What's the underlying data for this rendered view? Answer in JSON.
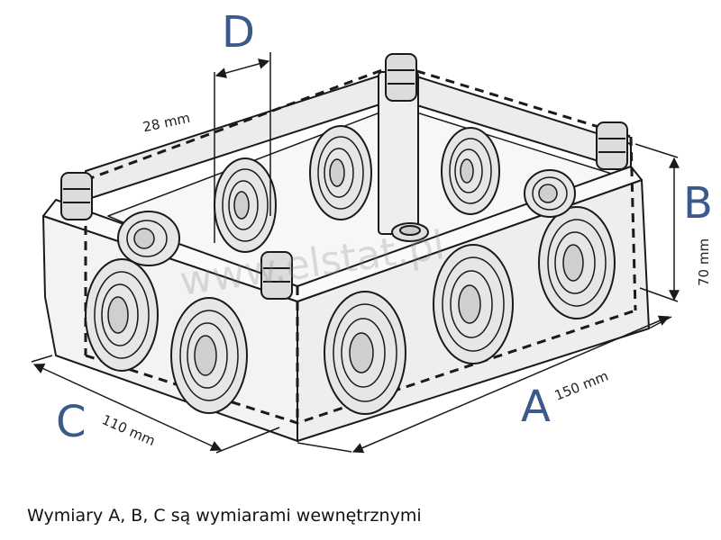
{
  "labels": {
    "a": "A",
    "b": "B",
    "c": "C",
    "d": "D"
  },
  "dimensions": {
    "a": "150 mm",
    "b": "70 mm",
    "c": "110 mm",
    "d": "28 mm"
  },
  "watermark": "www.elstat.pl",
  "caption": "Wymiary A, B, C są wymiarami wewnętrznymi",
  "colors": {
    "letters": "#3a5a8c",
    "lines": "#1a1a1a",
    "body": "#f4f4f4",
    "shade": "#d9d9d9"
  }
}
